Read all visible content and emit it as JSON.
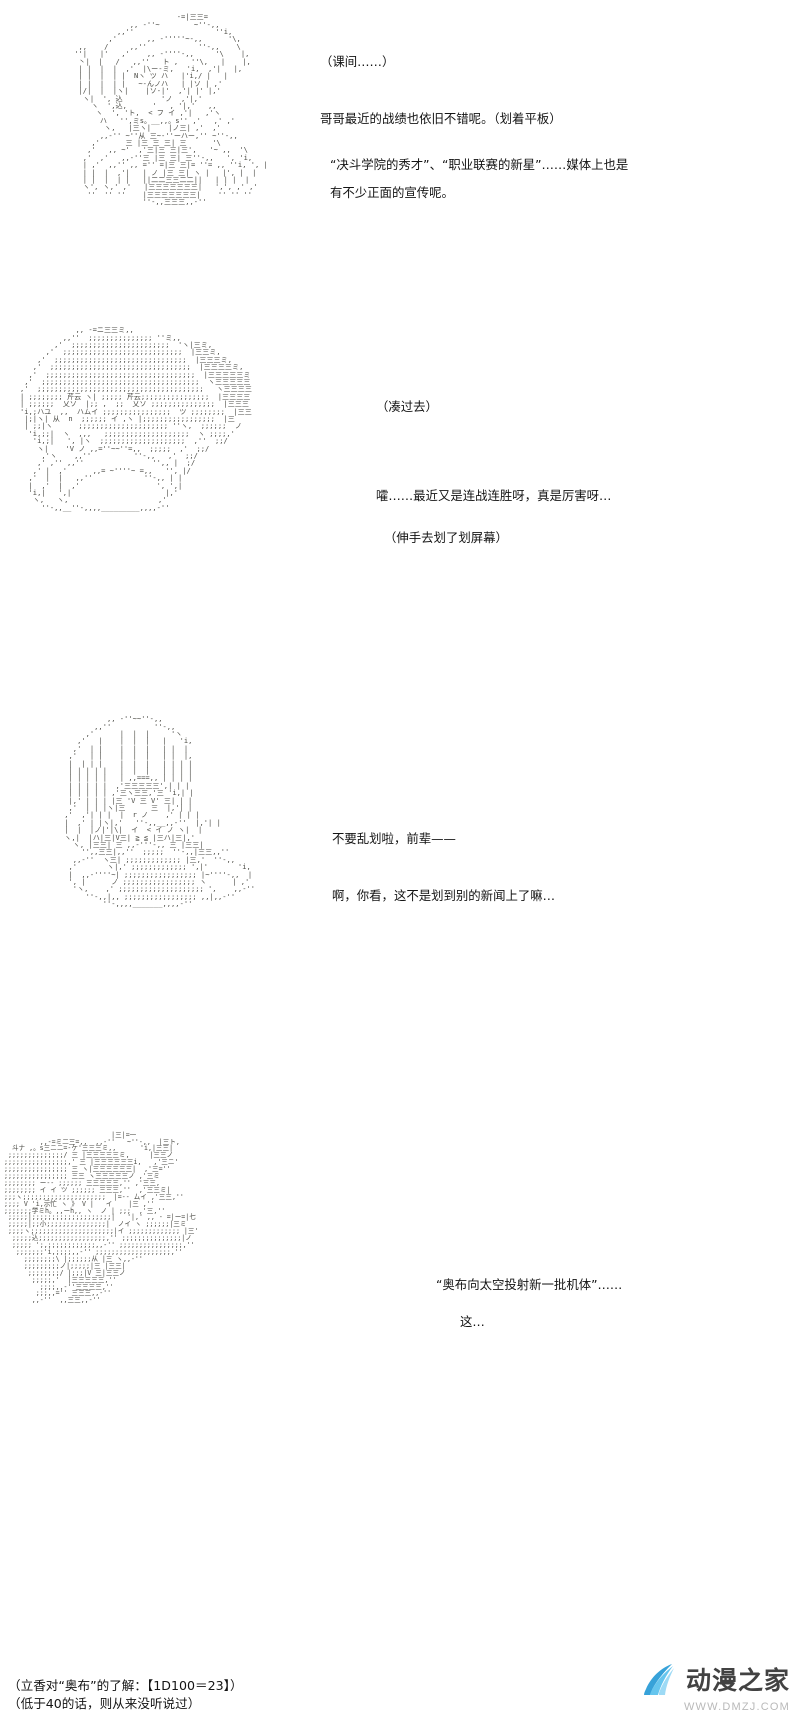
{
  "page": {
    "title": "AA 对话漫画页",
    "background_color": "#ffffff",
    "text_color": "#141414",
    "aa_color": "#4a4a44"
  },
  "panels": [
    {
      "id": "panel-1",
      "art_name": "ascii-art-girl-with-tablet",
      "art": "                         -=|三三=                      \n              ,, -''~        ~''-,,                   \n           ,,''                   ''i,                \n         ,'       ,, -'''''~-,,      '\\,             \n  ,,    /     ,,''            ''-,,    \\             \n ''|   |'   ,'    ,, -''''-,,     '\\    |,           \n  丶|  |   /   ,,''   ト ,   ''\\,   |    |,          \n  | |  |  |  ,'  |\\ー-ミ,   'i,  ,'|   |,            \n  | |  |  | |  Nヽ ツ ハ   |'i,/ |   |                \n  | |  |  | |   ~-んノハ   | |ソ | ,'                 \n  |/|  |  |ヽ|    |ソ-|'  ,'| |' |,'                  \n   ヽ|  ', 込         'ノ  ,'|,'                      \n     ヽ  ',込,      '   , '|,'   ,,                   \n      ヽ  ', 'ト,  < フ イ ,'|   ,'ヽ                 \n       ハ   '',ミs。__,,。s'' ,'   ,' ,'                \n        ヽ,   |三ヽ|    |ノ三| ,'  ,'                  \n       ,,-'' ~''从 三~-''ーハー,'' ~''-,,              \n     ,'      三 |三 三 三| 三      '\\               \n    ,'   ,, ~'  ,'三|三 三|三',   '~ ,,  '\\           \n   ,'  ,'   ,,-''三 |三 三| 三''-,,   ', 'i,          \n   | ,'  ,,'' ,, ='' =|三 三|= ''= ,, ''i, ', |        \n   | |  |  ,'|   | ノ |三 三| ヽ |   |', |  |        \n   | |  |  | |   ||二二三三二二||   | | |  |        \n   ヽ', ヽ,' ,'   |三三三三三三三|   ',', ,' ,'       \n    ''  '' ''    |三三三三三三三|    '' '' ''        \n                 ''-,,三三三,,-''                      ",
      "dialogue": [
        "（课间……）",
        "哥哥最近的战绩也依旧不错呢。（划着平板）",
        "“决斗学院的秀才”、“职业联赛的新星”……媒体上也是",
        "有不少正面的宣传呢。"
      ]
    },
    {
      "id": "panel-2",
      "art_name": "ascii-art-girl-leaning-in",
      "art": "             ,, -=ニ三三ミ,,                            \n          ,,''  ;;;;;;;;;;;;;;; ''ミ,,                   \n        ,'  ;;;;;;;;;;;;;;;;;;;;;;;  'ヽ|三ミ,          \n      ,'  ;;;;;;;;;;;;;;;;;;;;;;;;;;;;  |三三ミ,        \n    ,'  ;;;;;;;;;;;;;;;;;;;;;;;;;;;;;;;  |三三三ミ,     \n   ,'  ;;;;;;;;;;;;;;;;;;;;;;;;;;;;;;;;;  |三三三三ミ,  \n  ,'  ;;;;;;;;;;;;;;;;;;;;;;;;;;;;;;;;;;;  |三三三三三ミ\n ,'  ;;;;;;;;;;;;;;;;;;;;;;;;;;;;;;;;;;;;;  ヽ三三三三三\n,'  ;;;;;;;;;;;;;;;;;;;;;;;;;;;;;;;;;;;;;;;   ヽ三三三三\n| ;;;;;;;; 芹云 ヽ| ;;;;; 芹云;;;;;;;;;;;;;;;;  |三三三三\n| ;;;;;;  乂ソ  |;; ,  ;;  乂ソ ;;;;;;;;;;;;;;;  |三三三 \n'i,;ハユ  ,,  ハムイ ;;;;;;;;;;;;;;;;  ツ ;;;;;;;;  |三三  \n |;|ヽ| 从  n  ;;;;;; イ ,ヽ |;;;;;;;;;;;;;;;;;  |三    \n | ;;|ヽ      ;;;;;;;;;;;;;;;;;;;;; ''ヽ,  ;;;;;;  ノ     \n  'i,;;|  ヽ  ,,,   ;;;;;;;;;;;;;;;;;;;;  ヽ ;;;;,'        \n   'i,;|   ', |ヽ  ;;;;;;;;;;;;;;;;;;;;  ,''  ;;/          \n    ヽ|    'V ノ ,,=''~~''=,,  ;;;;;  ,'  ;;/             \n     ,'ヽ    ,,''          ''-,,   ,'  ;;/               \n    ,' ,'' ,,''                '',, |  ;/                \n   ,' |  ,'      ,,= ~''''~ =,,   '', |/                 \n  ,'  |  |   ,,''            ''-,, | |                  \n  |  ,'  |  ,'                  ', ',|                  \n  'i,|   ',|                      |,'                   \n   ヽ,   ヽ,                     ,'                     \n     ''-,,__''-,,,,_________,,,,-''                      ",
      "dialogue": [
        "（凑过去）",
        "嚯……最近又是连战连胜呀，真是厉害呀…",
        "（伸手去划了划屏幕）"
      ]
    },
    {
      "id": "panel-3",
      "art_name": "ascii-art-boy-annoyed",
      "art": "           ,, -''~~''-,,                               \n        ,,''          ''-,,                           \n      ,'      |  |  |     'ヽ                         \n    ,'   |    |  |  |   |   'i,                       \n   ,'  | |    |  |  |   | |  |                        \n  ,'   | |    |  |  |   | |  |,                       \n  |  | | |    |  |  |   | | | |                       \n  | | | | |   |  |  |   | | | |                       \n  | | | | |   | ,,===,, | | | |                       \n  | | | | |  ,'三三三三三',| | |                       \n  | | | | | ,'三ヽ三三,'三 'i,| |                      \n  |,' | | | |三 'V 三 V' 三| | |                      \n  ,'  | | |ヽ|三      三  |,'| |                      \n ,'  ,'| | |  |  r ノ    ,' | | |                     \n |  ,' | |ヽ|,'   ''-,,__,,-''  |,'| |                  \n |  |  |ノ|'|\\|  イ  < イ ノ ヽ|  |                   \n ヽ,|  |ハ|三|V三| ≧ ≦ |三ハ|三|,'                   \n   ヽ, |三三| 三 ,,-'''-,, 三 |三三|                   \n     '',,三三|,,''  ;;;;;  ''-,,|三三,,''                \n   ,,-''  ヽ三| ;;;;;;;;;;;;; |三,'  ''-,,               \n  ,'       ヽ|,' ;;;;;;;;;;;;; ',|'       'i,           \n  |  ,,-''''~| ;;;;;;;;;;;;;;;;; |~''''-,,  |           \n  ', |      ノ ;;;;;;;;;;;;;;;;; ヽ      | ,'          \n   'ヽ,    ,' ;;;;;;;;;;;;;;;;;;;; ',    ,,-''          \n      ''-,,|,, ;;;;;;;;;;;;;;;;; ,,|,,-''               \n          ''-,,,,_______,,,,-''                        ",
      "dialogue": [
        "不要乱划啦，前辈——",
        "啊，你看，这不是划到别的新闻上了嘛…"
      ]
    },
    {
      "id": "panel-4",
      "art_name": "ascii-art-news-broadcast",
      "art": "                           |三|=一                      \n         ,,-=ミ二三=,,  ,,-''   ~''-,,  |三ト,           \n  斗ナ ,。s三ニニ=-ケ'三三三ミ,,      'i,|三三|          \n ;;;;;;;;;;;;;;/ 三 |三三三三三ミ,     |三三ノ          \n;;;;;;;;;;;;;;;;,' 三 |三三三三三三i,   ,'三ニ'           \n;;;;;;;;;;;;;;;; 三 ヽ|三三三三三三|  ,'三=''            \n;;;;;;;;;;;;;;;; 三三 ヽ三三三三三ノ ,'三ミ              \n;;;;;;;; ー-- ;;;;;; 三三三三三,'' ,'三三,               \n;;;;;;;; イ イ ツ ;;;;;; 三三三,''  ,'三三ミ|             \n;;;ヽ;;;;;;;;;;;;;;;;;;;;;  |=-- ムイ ,'三三,''            \n;;;; V 'i,示忙 ヽ 》 V |   イ    |三 ,''                \n;;;;;;;学ミh。,,ーh,, ヽ  ノ | ;;;  ,'三,''                \n ;;;;;|;;;;;;;;;;;;;;;;;;;;|   '|,' ,, - =|ー=|七         \n ;;;;;|;;小;;;;;;;;;;;;;;;|  ノイ ヽ ;;;;;;|三ミ            \n ;;;;ヽ;;;;;;;;;;;;;;;;;;;;;|イ ;;;;;;;;;;;;; |三'             \n  ;;;;;込;;;;;;;;;;;;;;;;;,'' ;;;;;;;;;;;;;;;|ノ              \n  ;;;;; ';,;;;;;;;;;;;;,,-'' ;;;;;;;;;;;;;;;;,''               \n   ;;;;;;;'i,;;;;,,-'' ;;;;;;;;;;;;;;;;;;;,''                 \n     ;;;;;;;;\\ |;;;;;;从 |三 ヽ,,-''                      \n     ;;;;;;;;;ノ|;;;;;|三 |三三|                          \n      ;;;;;;;;/ |;;;|V 三|三三ノ                         \n       ;;;;;,'  |三三三三三,''                           \n         ;;;;,,-''三三三三,''                             \n        ;;;,,='' 三三三,,-''                              \n       ,,-''  ,,三三,,-''                                ",
      "dialogue": [
        "“奥布向太空投射新一批机体”……",
        "这…"
      ]
    }
  ],
  "footer": {
    "line1": "（立香对“奥布”的了解：【1D100＝23】）",
    "line2": "（低于40的话，则从来没听说过）"
  },
  "watermark": {
    "name": "动漫之家",
    "url": "WWW.DMZJ.COM",
    "logo_icon": "feather-wing-icon",
    "logo_color": "#3aa8e0",
    "text_color": "#3b3b3b"
  }
}
